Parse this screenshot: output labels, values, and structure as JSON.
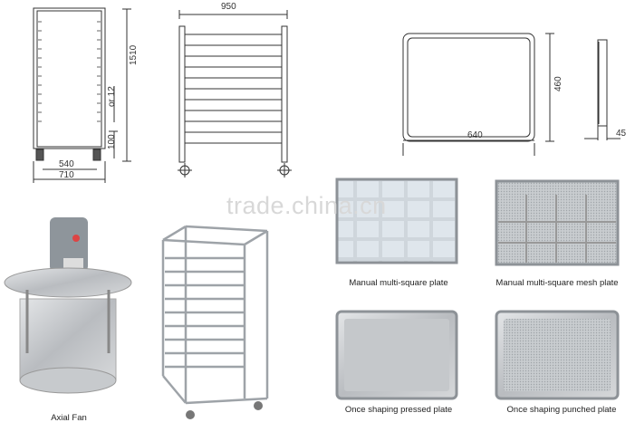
{
  "drawings": {
    "cart_front": {
      "height": "1510",
      "shelf_pitch": "or 12",
      "bottom": "100",
      "inner_width": "540",
      "outer_width": "710"
    },
    "cart_side": {
      "width": "950"
    },
    "tray_top": {
      "width": "640",
      "height": "460"
    },
    "tray_side": {
      "thickness": "45"
    }
  },
  "watermark": "trade.china.cn",
  "captions": {
    "fan": "Axial Fan",
    "plate1": "Manual multi-square plate",
    "plate2": "Manual multi-square mesh plate",
    "plate3": "Once shaping pressed plate",
    "plate4": "Once shaping punched plate"
  }
}
